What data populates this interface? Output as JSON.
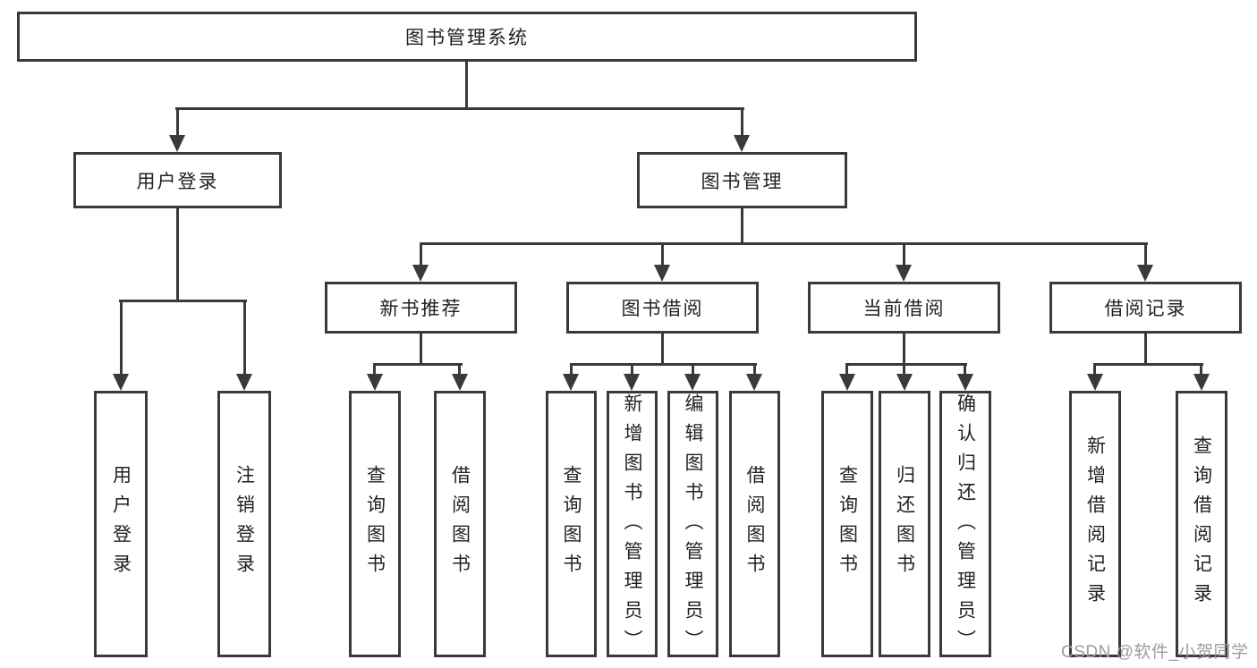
{
  "nodes": {
    "root": "图书管理系统",
    "level2": [
      "用户登录",
      "图书管理"
    ],
    "level3": [
      "新书推荐",
      "图书借阅",
      "当前借阅",
      "借阅记录"
    ],
    "leaves": {
      "user_login": [
        "用户登录",
        "注销登录"
      ],
      "new_book": [
        "查询图书",
        "借阅图书"
      ],
      "book_borrow": [
        "查询图书",
        "新增图书（管理员）",
        "编辑图书（管理员）",
        "借阅图书"
      ],
      "current_borrow": [
        "查询图书",
        "归还图书",
        "确认归还（管理员）"
      ],
      "borrow_records": [
        "新增借阅记录",
        "查询借阅记录"
      ]
    }
  },
  "watermark": {
    "text": "CSDN @软件_小贺同学"
  },
  "colors": {
    "line": "#3a3a3a",
    "text": "#222222",
    "watermark": "#9d9d9d",
    "background": "#ffffff"
  }
}
